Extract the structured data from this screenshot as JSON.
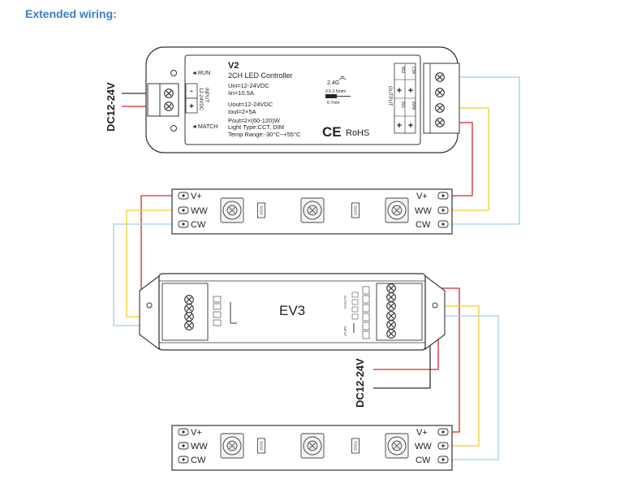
{
  "title": "Extended wiring:",
  "v2": {
    "model": "V2",
    "name": "2CH LED Controller",
    "run": "RUN",
    "match": "MATCH",
    "input_label": "INPUT",
    "input_voltage": "12-24VDC",
    "specs": [
      "Uin=12-24VDC",
      "Iin=10.5A",
      "Uout=12-24VDC",
      "Iout=2×5A",
      "Pout=2×(60-120)W",
      "Light Type:CCT, DIM",
      "Temp Range:-30°C~+55°C"
    ],
    "rf": "2.4G",
    "wire_size": "0.5-2.5mm²",
    "strip_len": "6-7mm",
    "ce": "CE",
    "rohs": "RoHS",
    "output_label": "OUTPUT",
    "output_channels": [
      "W2",
      "W1"
    ],
    "minus": "-",
    "plus": "+"
  },
  "ev3": {
    "name": "EV3",
    "output_label": "OUTPUT",
    "input_label": "INPUT"
  },
  "dc_label": "DC12-24V",
  "strip_labels": {
    "vplus": "V+",
    "ww": "WW",
    "cw": "CW"
  },
  "colors": {
    "red": "#d9262a",
    "yellow": "#f2cc2e",
    "blue": "#9ed0ea",
    "dark": "#333333",
    "title": "#3a7fc4"
  }
}
